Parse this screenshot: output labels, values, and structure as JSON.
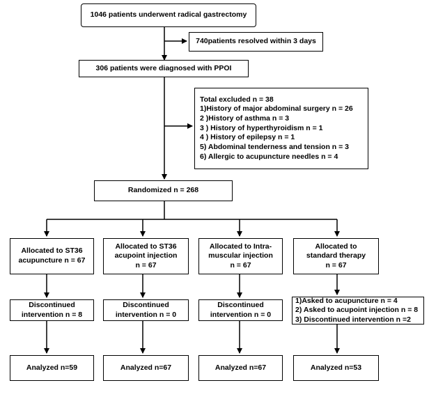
{
  "top": "1046 patients underwent radical gastrectomy",
  "resolved": "740patients  resolved within 3 days",
  "ppoi": "306 patients were diagnosed with PPOI",
  "excluded": {
    "total": "Total excluded n = 38",
    "reasons": [
      "1)History of major abdominal surgery n = 26",
      "2 )History of  asthma n = 3",
      "3 ) History of hyperthyroidism n = 1",
      "4 ) History of epilepsy n = 1",
      "5)  Abdominal tenderness and tension n = 3",
      "6)  Allergic to acupuncture needles n = 4"
    ]
  },
  "randomized": "Randomized n = 268",
  "arms": [
    {
      "allocated": [
        "Allocated to  ST36",
        "acupuncture n = 67"
      ],
      "discontinued": [
        "Discontinued",
        "intervention n = 8"
      ],
      "analyzed": "Analyzed n=59"
    },
    {
      "allocated": [
        "Allocated to ST36",
        "acupoint injection",
        "n = 67"
      ],
      "discontinued": [
        "Discontinued",
        "intervention n = 0"
      ],
      "analyzed": "Analyzed n=67"
    },
    {
      "allocated": [
        "Allocated to Intra-",
        "muscular injection",
        "n = 67"
      ],
      "discontinued": [
        "Discontinued",
        "intervention n = 0"
      ],
      "analyzed": "Analyzed n=67"
    },
    {
      "allocated": [
        "Allocated to",
        "standard therapy",
        "n = 67"
      ],
      "discontinued": [
        "1)Asked to acupuncture n = 4",
        "2) Asked to acupoint injection n = 8",
        "3) Discontinued intervention n =2"
      ],
      "analyzed": "Analyzed n=53"
    }
  ]
}
